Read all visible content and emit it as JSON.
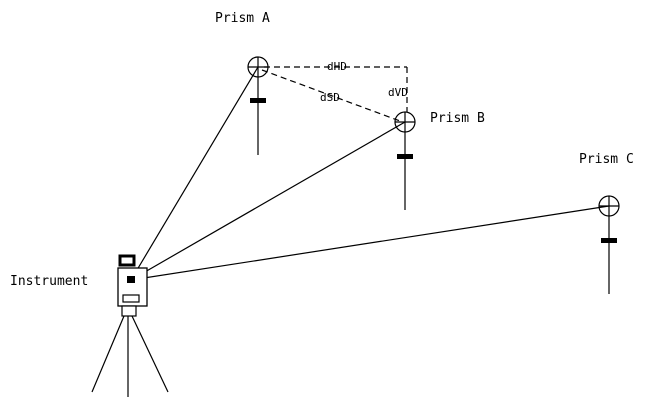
{
  "labels": {
    "prism_a": "Prism A",
    "prism_b": "Prism B",
    "prism_c": "Prism C",
    "instrument": "Instrument",
    "dhd": "dHD",
    "dvd": "dVD",
    "dsd": "dSD"
  },
  "colors": {
    "ink": "#000000",
    "background": "#ffffff"
  }
}
